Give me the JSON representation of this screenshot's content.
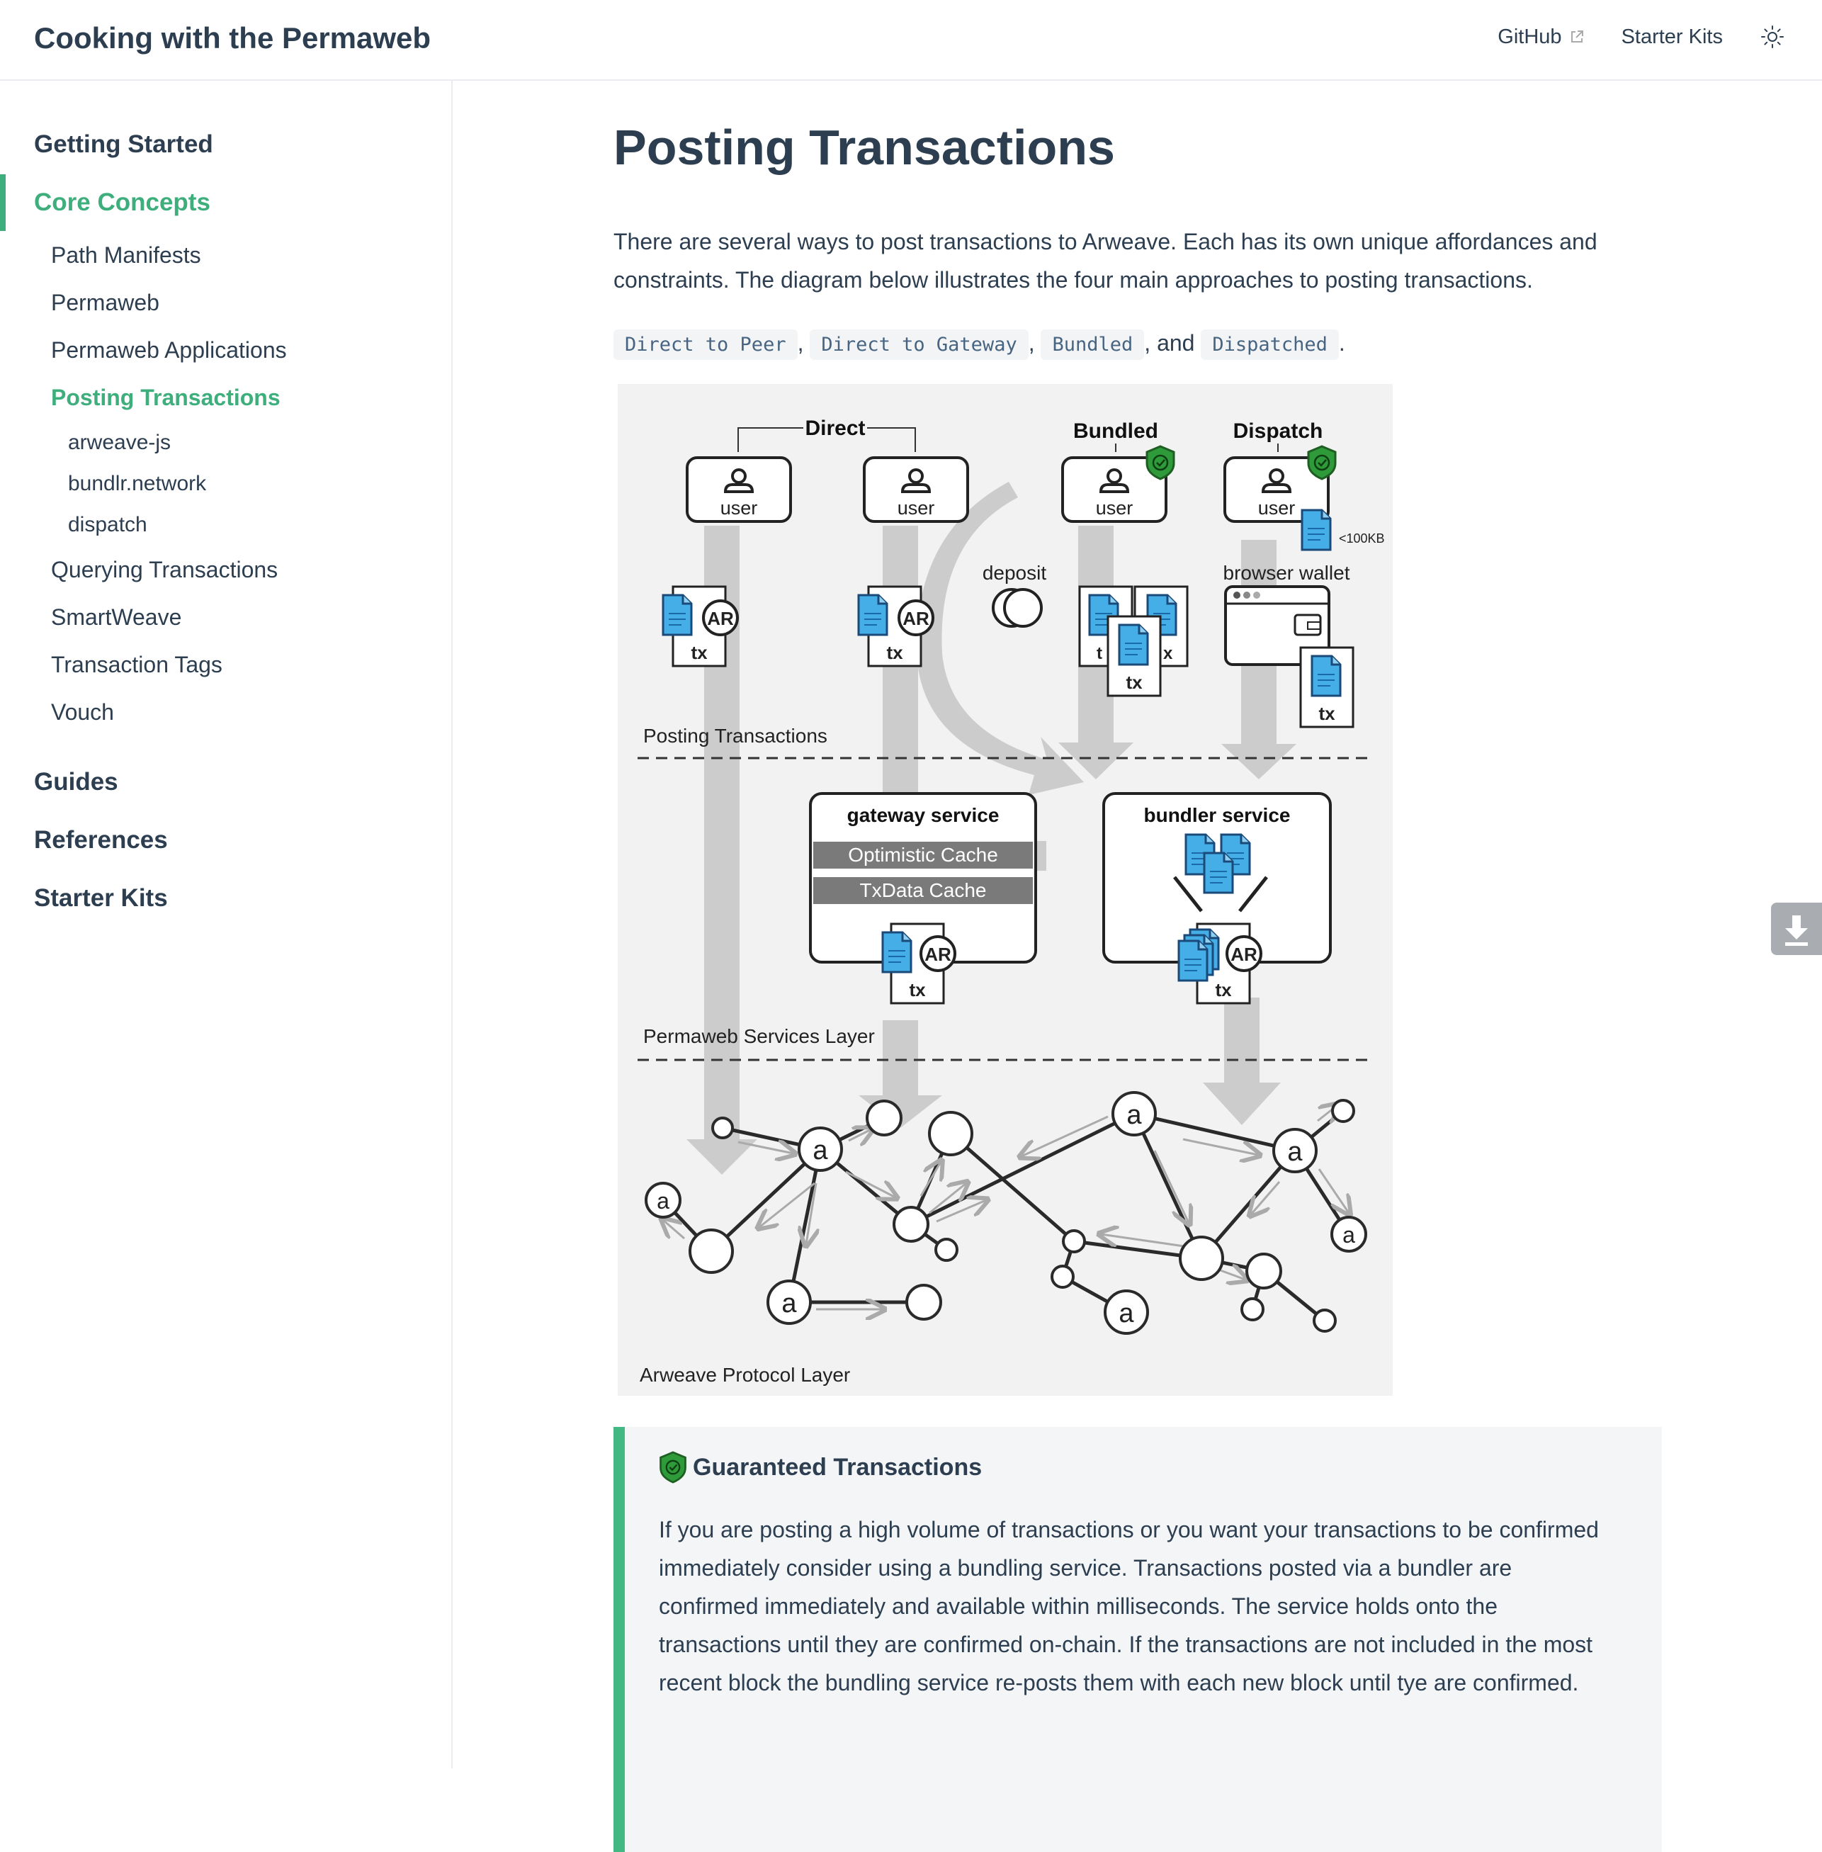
{
  "navbar": {
    "title": "Cooking with the Permaweb",
    "links": [
      {
        "label": "GitHub"
      },
      {
        "label": "Starter Kits"
      }
    ]
  },
  "sidebar": {
    "groups": [
      {
        "label": "Getting Started"
      },
      {
        "label": "Core Concepts"
      },
      {
        "label": "Guides"
      },
      {
        "label": "References"
      },
      {
        "label": "Starter Kits"
      }
    ],
    "core_items": [
      {
        "label": "Path Manifests"
      },
      {
        "label": "Permaweb"
      },
      {
        "label": "Permaweb Applications"
      },
      {
        "label": "Posting Transactions"
      },
      {
        "label": "Querying Transactions"
      },
      {
        "label": "SmartWeave"
      },
      {
        "label": "Transaction Tags"
      },
      {
        "label": "Vouch"
      }
    ],
    "posting_children": [
      {
        "label": "arweave-js"
      },
      {
        "label": "bundlr.network"
      },
      {
        "label": "dispatch"
      }
    ]
  },
  "page": {
    "title": "Posting Transactions",
    "intro": "There are several ways to post transactions to Arweave. Each has its own unique affordances and constraints. The diagram below illustrates the four main approaches to posting transactions.",
    "methods": [
      "Direct to Peer",
      "Direct to Gateway",
      "Bundled",
      "Dispatched"
    ],
    "sep_comma": ",",
    "sep_and": ", and",
    "sep_end": "."
  },
  "diagram": {
    "labels": {
      "direct": "Direct",
      "bundled": "Bundled",
      "dispatch": "Dispatch",
      "user": "user",
      "tx": "tx",
      "ar": "AR",
      "deposit": "deposit",
      "browser_wallet": "browser wallet",
      "size_limit": "<100KB",
      "layer_posting": "Posting Transactions",
      "layer_services": "Permaweb Services Layer",
      "layer_protocol": "Arweave Protocol Layer",
      "gateway_service": "gateway service",
      "optimistic_cache": "Optimistic Cache",
      "txdata_cache": "TxData Cache",
      "bundler_service": "bundler service",
      "node": "a"
    }
  },
  "callout": {
    "title": "Guaranteed Transactions",
    "body": "If you are posting a high volume of transactions or you want your transactions to be confirmed immediately consider using a bundling service. Transactions posted via a bundler are confirmed immediately and available within milliseconds. The service holds onto the transactions until they are confirmed on-chain. If the transactions are not included in the most recent block the bundling service re-posts them with each new block until tye are confirmed."
  },
  "colors": {
    "accent": "#3eaf7c",
    "text": "#2c3e50",
    "code_text": "#476582",
    "doc_blue": "#45aee6",
    "shield_green": "#2e9a3a"
  }
}
